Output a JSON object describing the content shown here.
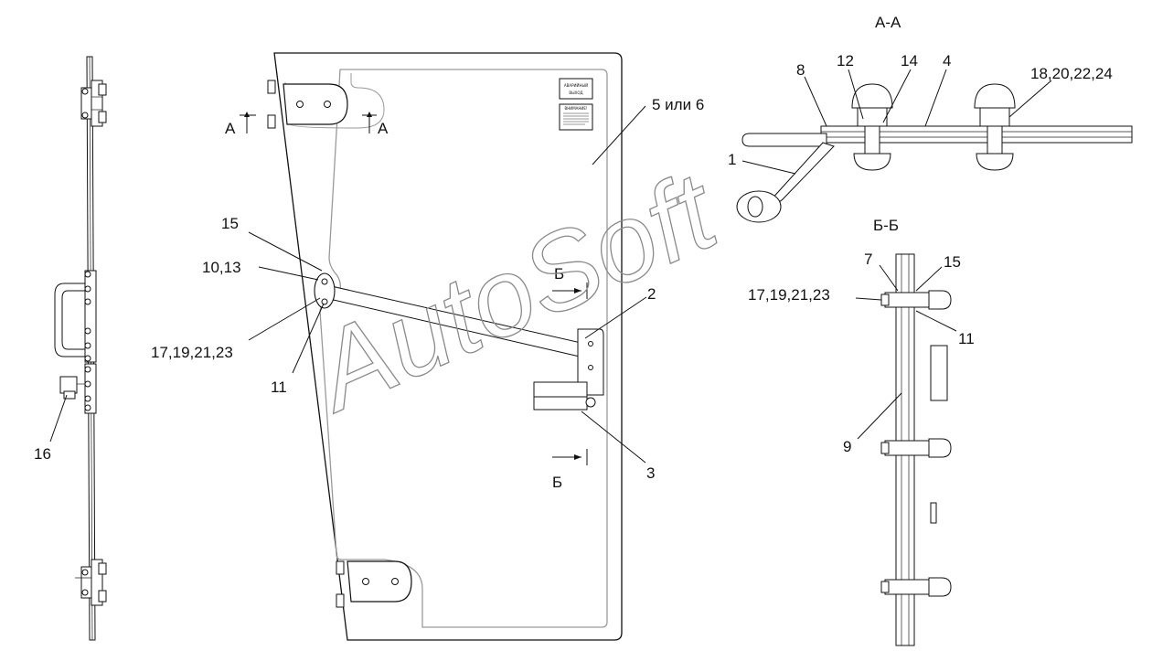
{
  "section_titles": {
    "aa_title": "А-А",
    "bb_title": "Б-Б"
  },
  "cut_marks": {
    "a_left": "А",
    "a_right": "А",
    "b_top": "Б",
    "b_bottom": "Б"
  },
  "callouts": {
    "c15_main": "15",
    "c10_13": "10,13",
    "c17_main": "17,19,21,23",
    "c11_main": "11",
    "c16": "16",
    "c5_6": "5 или 6",
    "c2": "2",
    "c3": "3",
    "c8": "8",
    "c12": "12",
    "c14": "14",
    "c4": "4",
    "c18": "18,20,22,24",
    "c1": "1",
    "c7": "7",
    "c15_bb": "15",
    "c17_bb": "17,19,21,23",
    "c11_bb": "11",
    "c9": "9"
  },
  "door_plates": {
    "plate1": [
      "АВАРИЙНЫЙ",
      "ВЫХОД"
    ],
    "plate2": "ВНИМАНИЕ!"
  },
  "watermark": "AutoSoft"
}
